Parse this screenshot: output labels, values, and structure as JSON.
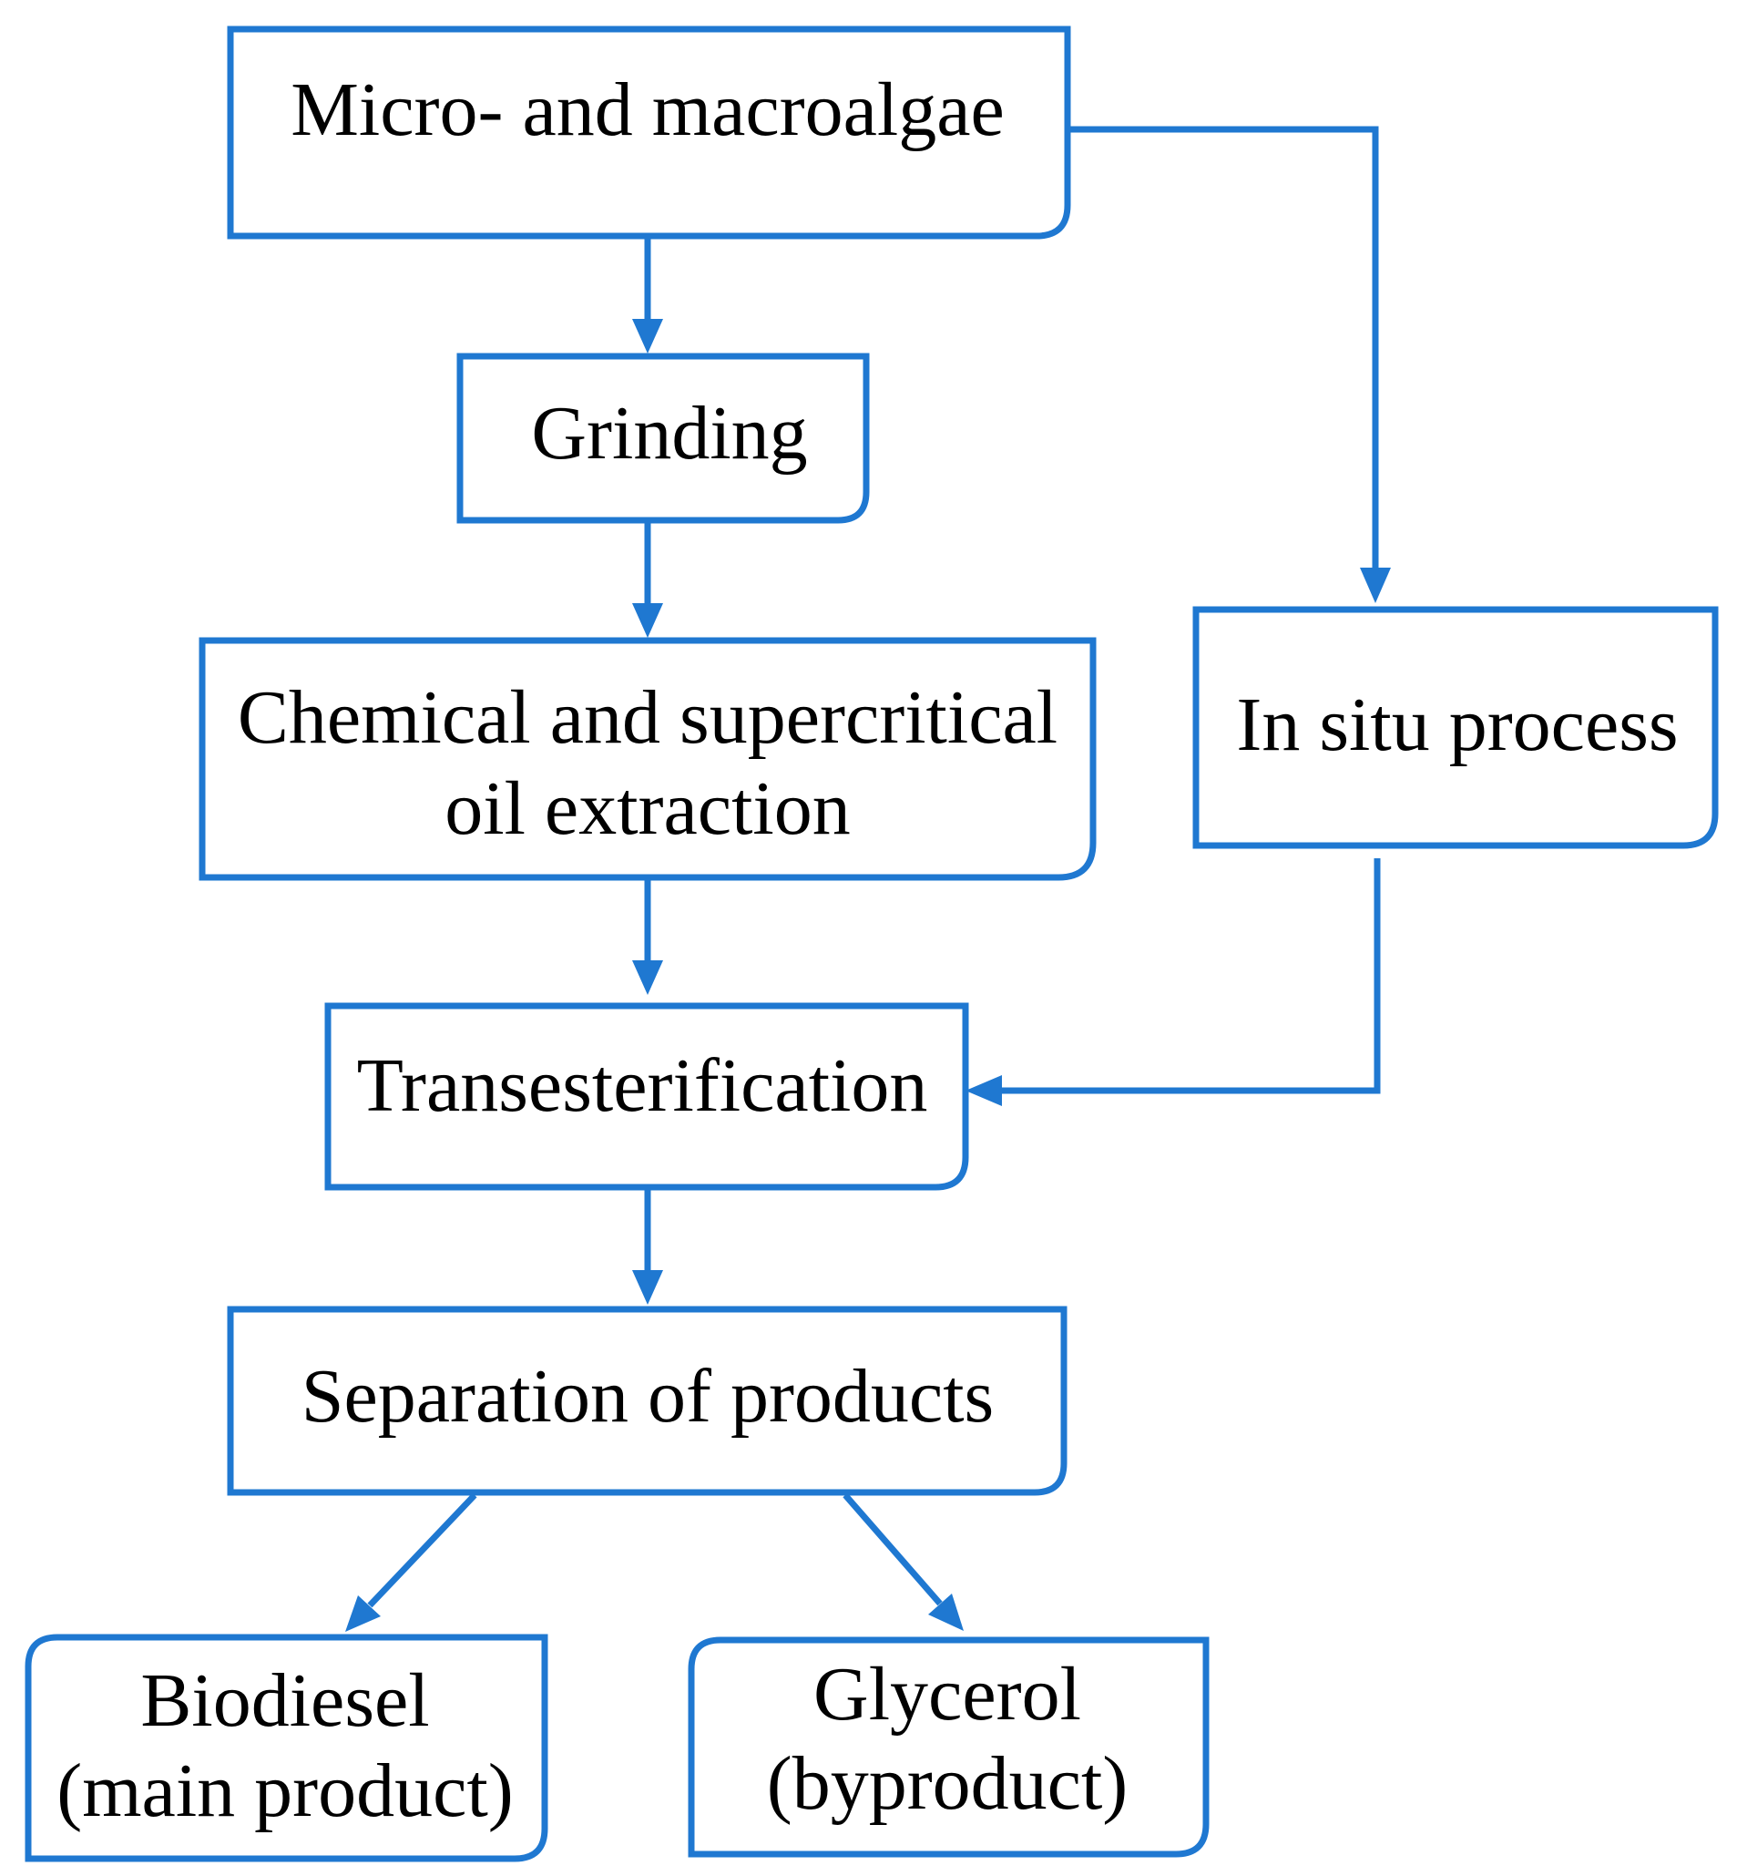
{
  "diagram": {
    "accent_color": "#1f78d1",
    "nodes": {
      "algae": {
        "lines": [
          "Micro- and macroalgae"
        ]
      },
      "grinding": {
        "lines": [
          "Grinding"
        ]
      },
      "extraction": {
        "lines": [
          "Chemical and supercritical",
          "oil extraction"
        ]
      },
      "in_situ": {
        "lines": [
          "In situ process"
        ]
      },
      "transesterification": {
        "lines": [
          "Transesterification"
        ]
      },
      "separation": {
        "lines": [
          "Separation of products"
        ]
      },
      "biodiesel": {
        "lines": [
          "Biodiesel",
          "(main product)"
        ]
      },
      "glycerol": {
        "lines": [
          "Glycerol",
          "(byproduct)"
        ]
      }
    },
    "edges": [
      {
        "from": "algae",
        "to": "grinding"
      },
      {
        "from": "grinding",
        "to": "extraction"
      },
      {
        "from": "extraction",
        "to": "transesterification"
      },
      {
        "from": "algae",
        "to": "in_situ"
      },
      {
        "from": "in_situ",
        "to": "transesterification"
      },
      {
        "from": "transesterification",
        "to": "separation"
      },
      {
        "from": "separation",
        "to": "biodiesel"
      },
      {
        "from": "separation",
        "to": "glycerol"
      }
    ]
  }
}
